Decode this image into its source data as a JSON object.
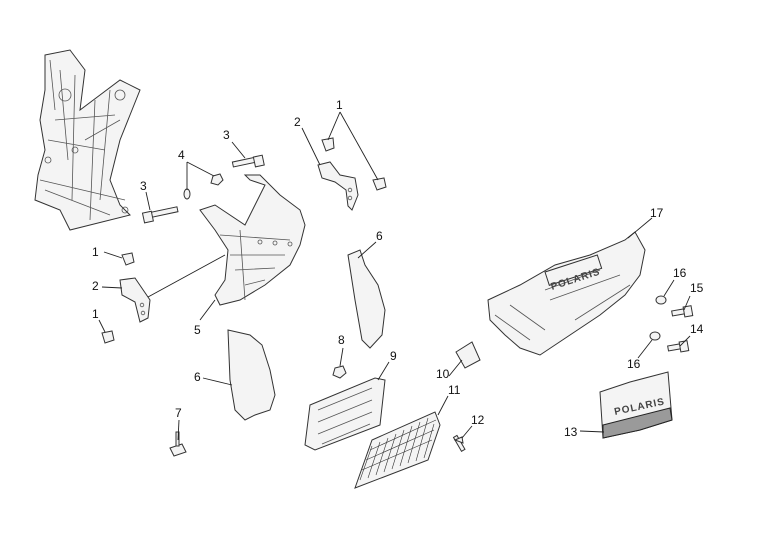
{
  "callouts": {
    "c1a": "1",
    "c1b": "1",
    "c1c": "1",
    "c2a": "2",
    "c2b": "2",
    "c3a": "3",
    "c3b": "3",
    "c4": "4",
    "c5": "5",
    "c6a": "6",
    "c6b": "6",
    "c7": "7",
    "c8": "8",
    "c9": "9",
    "c10": "10",
    "c11": "11",
    "c12": "12",
    "c13": "13",
    "c14": "14",
    "c15": "15",
    "c16a": "16",
    "c16b": "16",
    "c17": "17"
  },
  "logo": {
    "bumper_text": "POLARIS",
    "plate_text": "POLARIS"
  }
}
